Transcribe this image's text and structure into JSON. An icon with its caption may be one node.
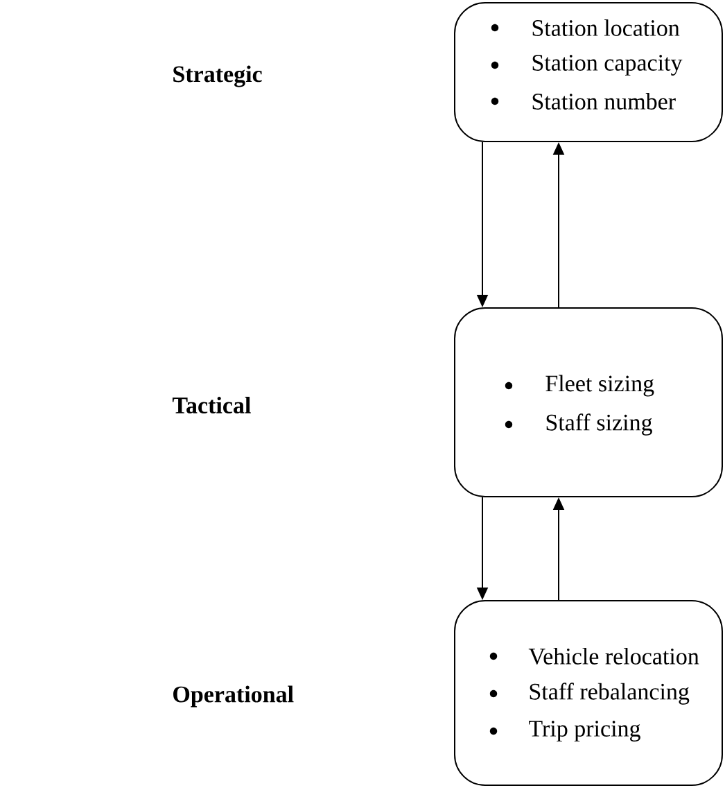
{
  "diagram": {
    "nodes": [
      {
        "text": [
          "Station location",
          "Station capacity",
          "Station number"
        ]
      },
      {
        "text": [
          "Fleet sizing",
          "Staff sizing"
        ]
      },
      {
        "text": [
          "Vehicle relocation",
          "Staff rebalancing",
          "Trip pricing"
        ]
      }
    ],
    "edges": [
      {
        "from": 0,
        "to": 1,
        "arrow": "to"
      },
      {
        "from": 1,
        "to": 0,
        "arrow": "to"
      },
      {
        "from": 1,
        "to": 2,
        "arrow": "to"
      },
      {
        "from": 2,
        "to": 1,
        "arrow": "to"
      }
    ],
    "labels": [
      "Strategic",
      "Tactical",
      "Operational"
    ]
  }
}
